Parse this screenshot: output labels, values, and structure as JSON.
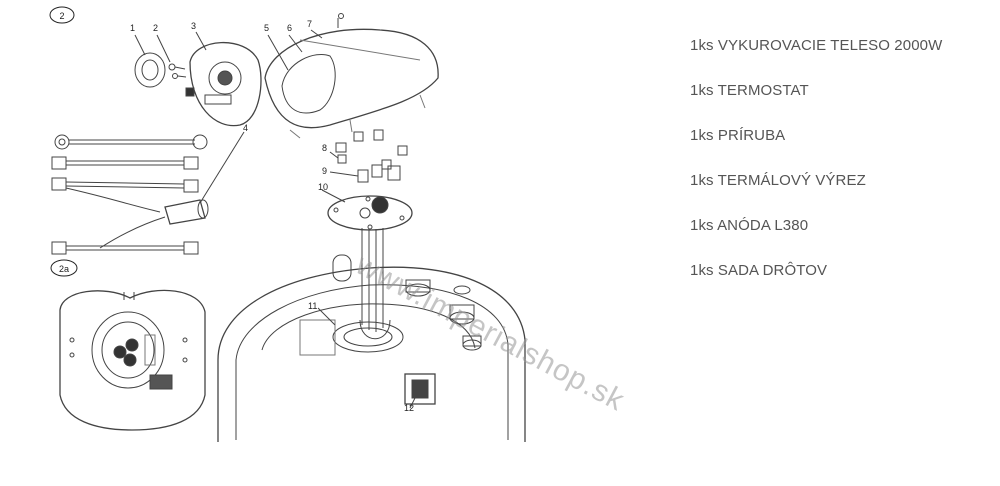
{
  "diagram": {
    "view_labels": [
      "2",
      "2a"
    ],
    "part_numbers": [
      "1",
      "2",
      "3",
      "4",
      "5",
      "6",
      "7",
      "8",
      "9",
      "10",
      "11",
      "12"
    ]
  },
  "parts_list": [
    "1ks VYKUROVACIE TELESO 2000W",
    "1ks TERMOSTAT",
    "1ks PRÍRUBA",
    "1ks TERMÁLOVÝ VÝREZ",
    "1ks ANÓDA L380",
    "1ks SADA DRÔTOV"
  ],
  "watermark": "www.imperialshop.sk",
  "colors": {
    "line": "#333333",
    "text": "#555555",
    "watermark": "#969696"
  }
}
